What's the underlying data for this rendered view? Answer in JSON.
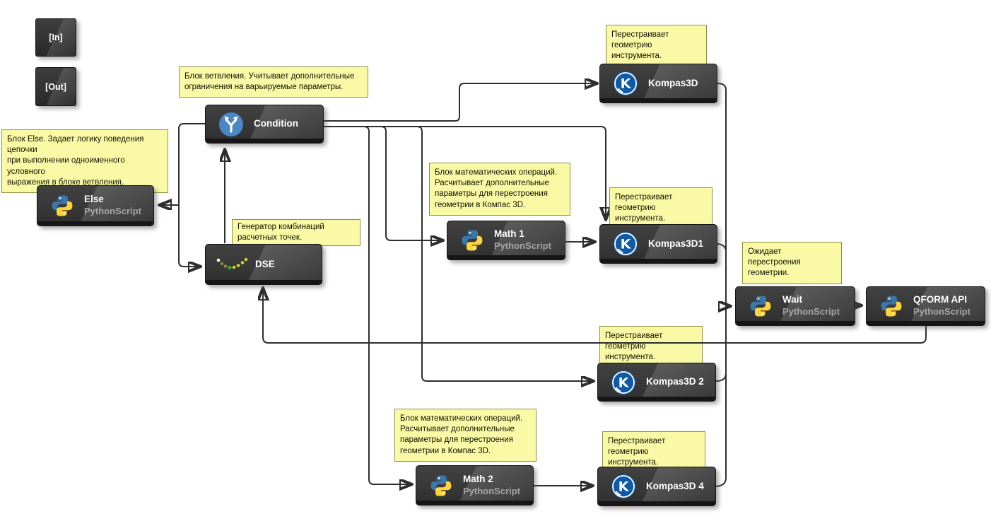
{
  "diagram": {
    "type": "node-flow",
    "language": "ru"
  },
  "ports": [
    {
      "id": "in",
      "label": "[In]"
    },
    {
      "id": "out",
      "label": "[Out]"
    }
  ],
  "nodes": [
    {
      "id": "condition",
      "title": "Condition",
      "icon": "branch-icon"
    },
    {
      "id": "else",
      "title": "Else",
      "subtitle": "PythonScript",
      "icon": "python-icon"
    },
    {
      "id": "dse",
      "title": "DSE",
      "icon": "dse-dots-icon"
    },
    {
      "id": "math1",
      "title": "Math 1",
      "subtitle": "PythonScript",
      "icon": "python-icon"
    },
    {
      "id": "kompas3d",
      "title": "Kompas3D",
      "icon": "kompas-icon"
    },
    {
      "id": "kompas3d1",
      "title": "Kompas3D1",
      "icon": "kompas-icon"
    },
    {
      "id": "wait",
      "title": "Wait",
      "subtitle": "PythonScript",
      "icon": "python-icon"
    },
    {
      "id": "qform",
      "title": "QFORM API",
      "subtitle": "PythonScript",
      "icon": "python-icon"
    },
    {
      "id": "kompas3d2",
      "title": "Kompas3D 2",
      "icon": "kompas-icon"
    },
    {
      "id": "math2",
      "title": "Math 2",
      "subtitle": "PythonScript",
      "icon": "python-icon"
    },
    {
      "id": "kompas3d4",
      "title": "Kompas3D 4",
      "icon": "kompas-icon"
    }
  ],
  "notes": [
    {
      "id": "note-condition",
      "text": "Блок ветвления. Учитывает дополнительные\nограничения на варьируемые параметры."
    },
    {
      "id": "note-kompas3d",
      "text": "Перестраивает геометрию\nинструмента."
    },
    {
      "id": "note-else",
      "text": "Блок Else. Задает логику поведения цепочки\nпри выполнении одноименного условного\nвыражения в блоке ветвления."
    },
    {
      "id": "note-dse",
      "text": "Генератор комбинаций\nрасчетных точек."
    },
    {
      "id": "note-math1",
      "text": "Блок математических операций.\nРасчитывает дополнительные\nпараметры для перестроения\nгеометрии в Компас 3D."
    },
    {
      "id": "note-kompas3d1",
      "text": "Перестраивает геометрию\nинструмента."
    },
    {
      "id": "note-wait",
      "text": "Ожидает перестроения\nгеометрии."
    },
    {
      "id": "note-return",
      "text": "Перестраивает геометрию\nинструмента."
    },
    {
      "id": "note-math2",
      "text": "Блок математических операций.\nРасчитывает дополнительные\nпараметры для перестроения\nгеометрии в Компас 3D."
    },
    {
      "id": "note-kompas3d4",
      "text": "Перестраивает геометрию\nинструмента."
    }
  ],
  "colors": {
    "note_bg": "#fafaa6",
    "note_border": "#8f8f46",
    "node_bg": "#383838",
    "wire": "#2e2e2e",
    "condition_blue": "#4a87c7",
    "kompas_blue": "#0e5aa7",
    "python_blue": "#3b77a8",
    "python_yellow": "#ffd43b",
    "dse_green": "#3da93d",
    "dse_yellow": "#d8cf30"
  }
}
